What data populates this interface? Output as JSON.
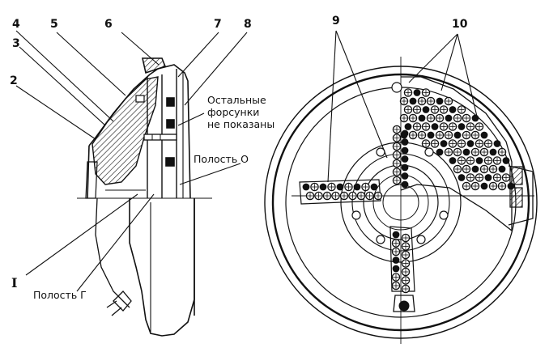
{
  "figure": {
    "callouts": [
      "1",
      "2",
      "3",
      "4",
      "5",
      "6",
      "7",
      "8",
      "9",
      "10"
    ],
    "section_mark": "I",
    "text_labels": {
      "other_injectors_line1": "Остальные",
      "other_injectors_line2": "форсунки",
      "other_injectors_line3": "не показаны",
      "cavity_o": "Полость О",
      "cavity_g": "Полость Г"
    }
  },
  "colors": {
    "ink": "#111111",
    "paper": "#ffffff",
    "hatch": "#333333"
  }
}
